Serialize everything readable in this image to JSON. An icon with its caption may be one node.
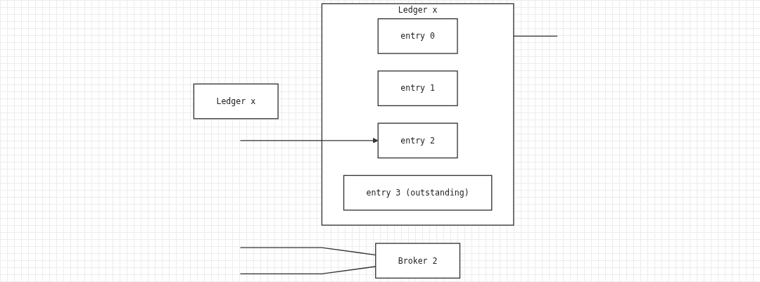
{
  "diagram": {
    "nodes": [
      {
        "text": [
          "Ledger x"
        ]
      },
      {
        "text": [
          "entry 0"
        ],
        "in": 0
      },
      {
        "text": [
          "entry 1"
        ],
        "in": 0
      },
      {
        "text": [
          "entry 2"
        ],
        "in": 0
      },
      {
        "text": [
          "entry 3 (outstanding)"
        ],
        "in": 0
      },
      {
        "text": [
          "Broker 2"
        ]
      },
      {
        "text": [
          "Ledger x"
        ]
      }
    ],
    "edges": [
      {
        "from": null,
        "to": 3,
        "arrow": "to"
      },
      {
        "from": null,
        "to": 5,
        "arrow": "none"
      },
      {
        "from": null,
        "to": 5,
        "arrow": "none"
      },
      {
        "from": 0,
        "to": null,
        "arrow": "none"
      }
    ]
  }
}
